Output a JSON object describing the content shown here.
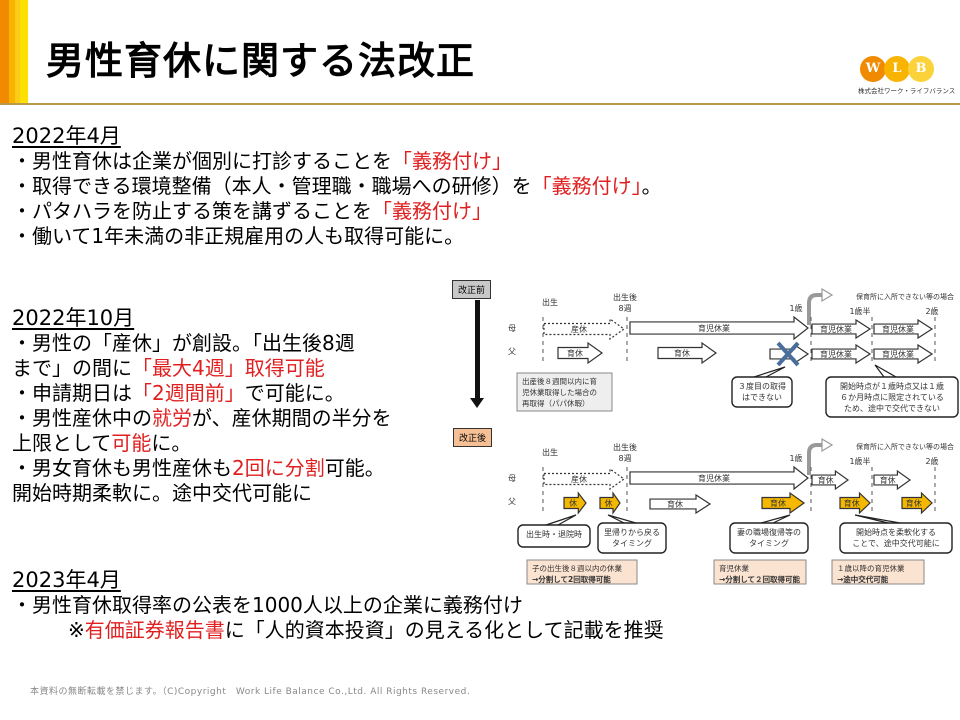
{
  "header": {
    "title": "男性育休に関する法改正",
    "logo": {
      "letters": [
        "W",
        "L",
        "B"
      ],
      "company": "株式会社ワーク・ライフバランス"
    }
  },
  "sections": [
    {
      "heading": "2022年4月",
      "lines": [
        [
          {
            "t": "・男性育休は企業が個別に打診することを"
          },
          {
            "t": "「義務付け」",
            "red": true
          }
        ],
        [
          {
            "t": "・取得できる環境整備（本人・管理職・職場への研修）を"
          },
          {
            "t": "「義務付け」",
            "red": true
          },
          {
            "t": "。"
          }
        ],
        [
          {
            "t": "・パタハラを防止する策を講ずることを"
          },
          {
            "t": "「義務付け」",
            "red": true
          }
        ],
        [
          {
            "t": "・働いて1年未満の非正規雇用の人も取得可能に。"
          }
        ]
      ]
    },
    {
      "heading": "2022年10月",
      "lines": [
        [
          {
            "t": "・男性の「産休」が創設。「出生後8週"
          }
        ],
        [
          {
            "t": " まで」の間に"
          },
          {
            "t": "「最大4週」取得可能",
            "red": true
          }
        ],
        [
          {
            "t": "・申請期日は"
          },
          {
            "t": "「2週間前」",
            "red": true
          },
          {
            "t": "で可能に。"
          }
        ],
        [
          {
            "t": "・男性産休中の"
          },
          {
            "t": "就労",
            "red": true
          },
          {
            "t": "が、産休期間の半分を"
          }
        ],
        [
          {
            "t": " 上限として"
          },
          {
            "t": "可能",
            "red": true
          },
          {
            "t": "に。"
          }
        ],
        [
          {
            "t": "・男女育休も男性産休も"
          },
          {
            "t": "2回に分割",
            "red": true
          },
          {
            "t": "可能。"
          }
        ],
        [
          {
            "t": " 開始時期柔軟に。途中交代可能に"
          }
        ]
      ]
    },
    {
      "heading": "2023年4月",
      "lines": [
        [
          {
            "t": "・男性育休取得率の公表を1000人以上の企業に義務付け"
          }
        ],
        [
          {
            "t": "※"
          },
          {
            "t": "有価証券報告書",
            "red": true
          },
          {
            "t": "に「人的資本投資」の見える化として記載を推奨"
          }
        ]
      ]
    }
  ],
  "diagram": {
    "before_label": "改正前",
    "after_label": "改正後",
    "timeline": {
      "birth": "出生",
      "after8_1": "出生後",
      "after8_2": "8週",
      "age1": "1歳",
      "age1half": "1歳半",
      "age2": "2歳",
      "nursery": "保育所に入所できない等の場合"
    },
    "rows": {
      "mother": "母",
      "father": "父"
    },
    "before": {
      "maternity": "産休",
      "childcare": "育児休業",
      "father_leave1": "育休",
      "father_leave2": "育休",
      "m_ext1": "育児休業",
      "m_ext2": "育児休業",
      "f_ext1": "育児休業",
      "f_ext2": "育児休業",
      "note_papa": [
        "出産後８週間以内に育",
        "児休業取得した場合の",
        "再取得（パパ休暇）"
      ],
      "note_third": [
        "３度目の取得",
        "はできない"
      ],
      "note_fixed": [
        "開始時点が１歳時点又は１歳",
        "６か月時点に限定されている",
        "ため、途中で交代できない"
      ]
    },
    "after": {
      "maternity": "産休",
      "childcare": "育児休業",
      "f_short1": "休",
      "f_short2": "休",
      "father_leave": "育休",
      "father_leave_y": "育休",
      "m_ext1": "育休",
      "m_ext2": "育休",
      "f_ext1": "育休",
      "f_ext2": "育休",
      "bubble_birth": [
        "出生時・退院時"
      ],
      "bubble_return": [
        "里帰りから戻る",
        "タイミング"
      ],
      "bubble_wife": [
        "妻の職場復帰等の",
        "タイミング"
      ],
      "bubble_flex": [
        "開始時点を柔軟化する",
        "ことで、途中交代可能に"
      ],
      "box1": [
        "子の出生後８週以内の休業",
        "→分割して2回取得可能"
      ],
      "box2": [
        "育児休業",
        "→分割して２回取得可能"
      ],
      "box3": [
        "１歳以降の育児休業",
        "→途中交代可能"
      ]
    }
  },
  "footer": "本資料の無断転載を禁じます。（C)Copyright　Work Life Balance Co.,Ltd. All Rights Reserved.",
  "colors": {
    "accent_orange": "#f08a00",
    "accent_yellow": "#fde000",
    "highlight_red": "#e02020",
    "arrow_yellow": "#f5b800",
    "note_peach": "#fbe3d1"
  }
}
